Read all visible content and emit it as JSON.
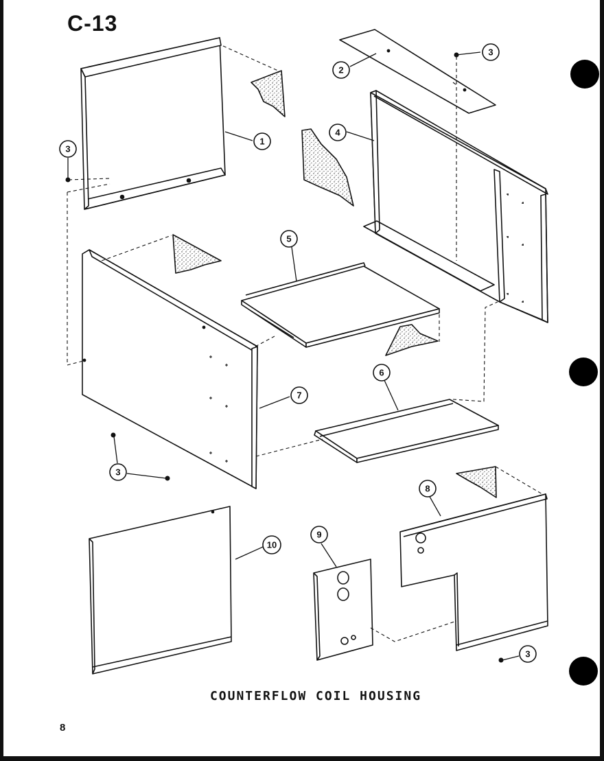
{
  "header": {
    "code": "C-13"
  },
  "diagram": {
    "caption": "COUNTERFLOW COIL HOUSING",
    "page_number": "8",
    "callouts": [
      {
        "id": "callout-1",
        "label": "1"
      },
      {
        "id": "callout-2",
        "label": "2"
      },
      {
        "id": "callout-3a",
        "label": "3"
      },
      {
        "id": "callout-3b",
        "label": "3"
      },
      {
        "id": "callout-3c",
        "label": "3"
      },
      {
        "id": "callout-3d",
        "label": "3"
      },
      {
        "id": "callout-4",
        "label": "4"
      },
      {
        "id": "callout-5",
        "label": "5"
      },
      {
        "id": "callout-6",
        "label": "6"
      },
      {
        "id": "callout-7",
        "label": "7"
      },
      {
        "id": "callout-8",
        "label": "8"
      },
      {
        "id": "callout-9",
        "label": "9"
      },
      {
        "id": "callout-10",
        "label": "10"
      }
    ]
  },
  "colors": {
    "ink": "#111111",
    "paper": "#ffffff",
    "insulation": "#e6e6e6"
  }
}
